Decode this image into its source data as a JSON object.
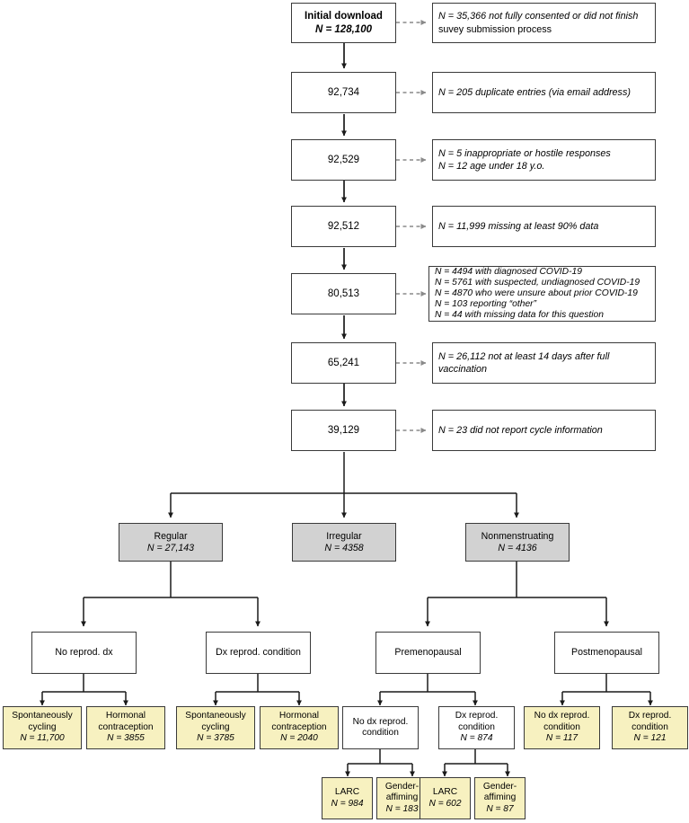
{
  "diagram": {
    "title": "Participant flow diagram",
    "colors": {
      "box_border": "#3a3a3a",
      "box_fill_white": "#ffffff",
      "box_fill_gray": "#d2d2d2",
      "box_fill_yellow": "#f7f1c0",
      "connector_solid": "#1a1a1a",
      "connector_dashed": "#8a8a8a"
    }
  },
  "main_flow": [
    {
      "label": "Initial download",
      "n": "N = 128,100",
      "bold": true
    },
    {
      "label": "92,734"
    },
    {
      "label": "92,529"
    },
    {
      "label": "92,512"
    },
    {
      "label": "80,513"
    },
    {
      "label": "65,241"
    },
    {
      "label": "39,129"
    }
  ],
  "exclusions": [
    {
      "lines": [
        "N = 35,366 not fully consented or did not finish",
        "suvey submission process"
      ]
    },
    {
      "lines": [
        "N = 205 duplicate entries (via email address)"
      ]
    },
    {
      "lines": [
        "N = 5 inappropriate or hostile responses",
        "N = 12 age under 18 y.o."
      ]
    },
    {
      "lines": [
        "N = 11,999 missing at least 90% data"
      ]
    },
    {
      "lines": [
        "N = 4494 with diagnosed COVID-19",
        "N = 5761 with suspected, undiagnosed COVID-19",
        "N = 4870 who were unsure about prior COVID-19",
        "N = 103 reporting “other”",
        "N = 44 with missing data for this question"
      ]
    },
    {
      "lines": [
        "N = 26,112 not at least 14 days after full vaccination"
      ]
    },
    {
      "lines": [
        "N = 23 did not report cycle information"
      ]
    }
  ],
  "cycle_groups": [
    {
      "label": "Regular",
      "n": "N = 27,143"
    },
    {
      "label": "Irregular",
      "n": "N = 4358"
    },
    {
      "label": "Nonmenstruating",
      "n": "N = 4136"
    }
  ],
  "subgroups": [
    {
      "label": "No reprod. dx"
    },
    {
      "label": "Dx reprod. condition"
    },
    {
      "label": "Premenopausal"
    },
    {
      "label": "Postmenopausal"
    }
  ],
  "leaves": [
    {
      "lines": [
        "Spontaneously",
        "cycling"
      ],
      "n": "N = 11,700",
      "fill": "yellow"
    },
    {
      "lines": [
        "Hormonal",
        "contraception"
      ],
      "n": "N = 3855",
      "fill": "yellow"
    },
    {
      "lines": [
        "Spontaneously",
        "cycling"
      ],
      "n": "N = 3785",
      "fill": "yellow"
    },
    {
      "lines": [
        "Hormonal",
        "contraception"
      ],
      "n": "N = 2040",
      "fill": "yellow"
    },
    {
      "lines": [
        "No dx reprod.",
        "condition"
      ],
      "n": "",
      "fill": "white"
    },
    {
      "lines": [
        "Dx reprod.",
        "condition"
      ],
      "n": "N = 874",
      "fill": "white"
    },
    {
      "lines": [
        "No dx reprod.",
        "condition"
      ],
      "n": "N = 117",
      "fill": "yellow"
    },
    {
      "lines": [
        "Dx reprod.",
        "condition"
      ],
      "n": "N = 121",
      "fill": "yellow"
    }
  ],
  "sub_leaves": [
    {
      "lines": [
        "LARC"
      ],
      "n": "N = 984"
    },
    {
      "lines": [
        "Gender-",
        "affiming"
      ],
      "n": "N = 183"
    },
    {
      "lines": [
        "LARC"
      ],
      "n": "N = 602"
    },
    {
      "lines": [
        "Gender-",
        "affiming"
      ],
      "n": "N = 87"
    }
  ]
}
